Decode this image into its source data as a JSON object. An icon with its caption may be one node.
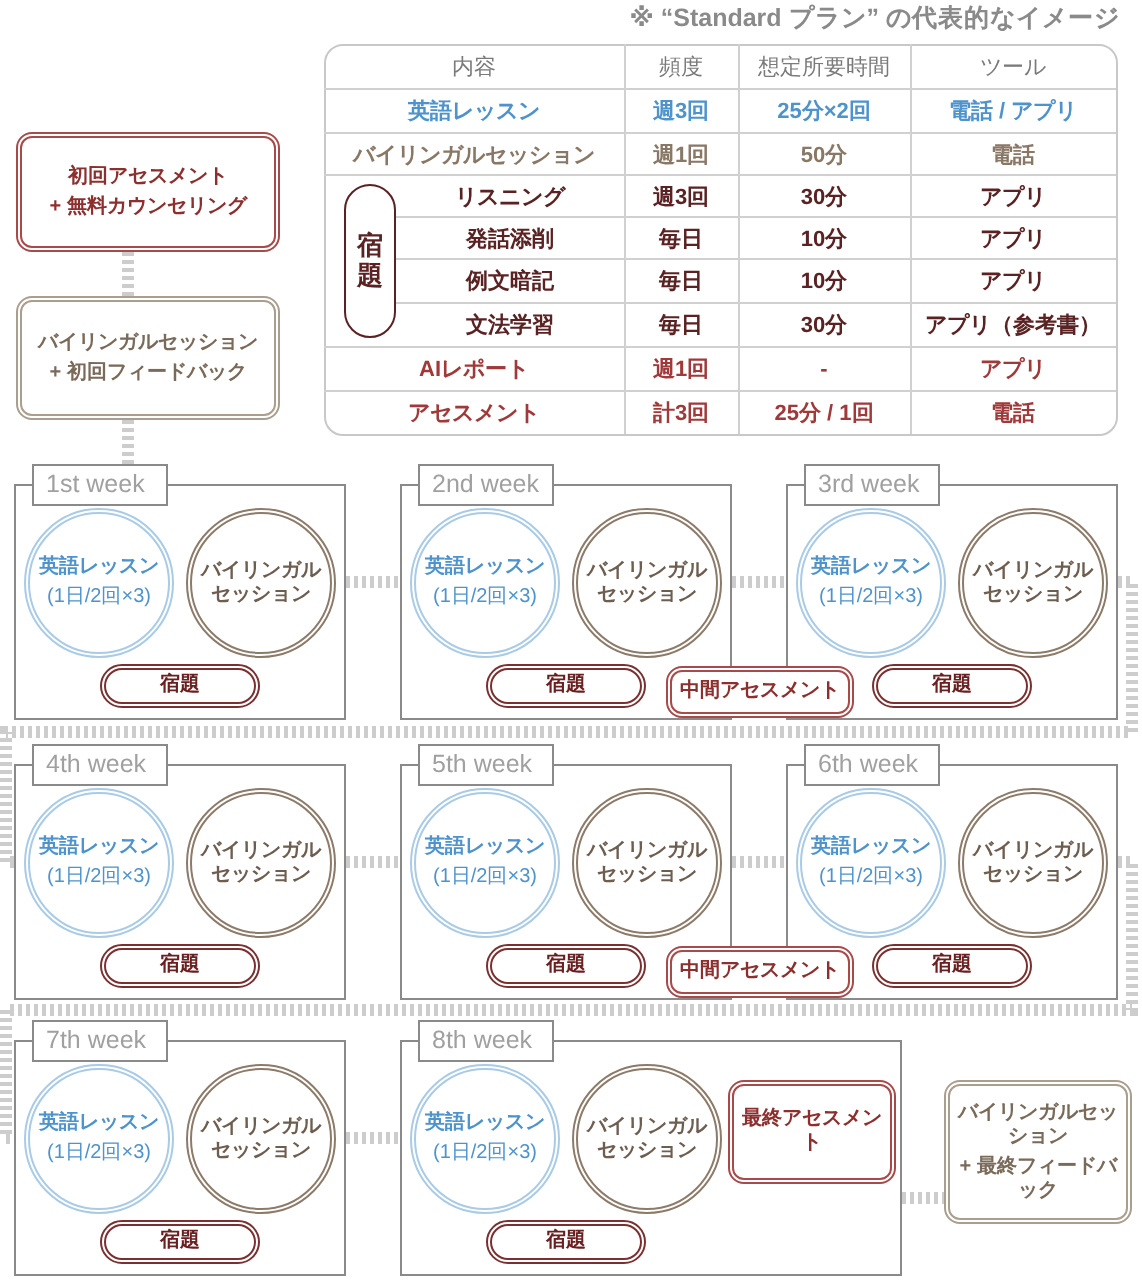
{
  "diagram": {
    "title": "※ “Standard プラン” の代表的なイメージ",
    "nodes": [
      {
        "text": [
          "初回アセスメント",
          "+ 無料カウンセリング"
        ]
      },
      {
        "text": [
          "バイリンガルセッション",
          "+ 初回フィードバック"
        ]
      },
      {
        "text": [
          "1st week"
        ]
      },
      {
        "text": [
          "英語レッスン",
          "(1日/2回×3)"
        ],
        "in": 2
      },
      {
        "text": [
          "バイリンガルセッション"
        ],
        "in": 2
      },
      {
        "text": [
          "宿題"
        ],
        "in": 2
      },
      {
        "text": [
          "2nd week"
        ]
      },
      {
        "text": [
          "英語レッスン",
          "(1日/2回×3)"
        ],
        "in": 6
      },
      {
        "text": [
          "バイリンガルセッション"
        ],
        "in": 6
      },
      {
        "text": [
          "宿題"
        ],
        "in": 6
      },
      {
        "text": [
          "中間アセスメント"
        ]
      },
      {
        "text": [
          "3rd week"
        ]
      },
      {
        "text": [
          "英語レッスン",
          "(1日/2回×3)"
        ],
        "in": 11
      },
      {
        "text": [
          "バイリンガルセッション"
        ],
        "in": 11
      },
      {
        "text": [
          "宿題"
        ],
        "in": 11
      },
      {
        "text": [
          "4th week"
        ]
      },
      {
        "text": [
          "英語レッスン",
          "(1日/2回×3)"
        ],
        "in": 15
      },
      {
        "text": [
          "バイリンガルセッション"
        ],
        "in": 15
      },
      {
        "text": [
          "宿題"
        ],
        "in": 15
      },
      {
        "text": [
          "5th week"
        ]
      },
      {
        "text": [
          "英語レッスン",
          "(1日/2回×3)"
        ],
        "in": 19
      },
      {
        "text": [
          "バイリンガルセッション"
        ],
        "in": 19
      },
      {
        "text": [
          "宿題"
        ],
        "in": 19
      },
      {
        "text": [
          "中間アセスメント"
        ]
      },
      {
        "text": [
          "6th week"
        ]
      },
      {
        "text": [
          "英語レッスン",
          "(1日/2回×3)"
        ],
        "in": 24
      },
      {
        "text": [
          "バイリンガルセッション"
        ],
        "in": 24
      },
      {
        "text": [
          "宿題"
        ],
        "in": 24
      },
      {
        "text": [
          "7th week"
        ]
      },
      {
        "text": [
          "英語レッスン",
          "(1日/2回×3)"
        ],
        "in": 28
      },
      {
        "text": [
          "バイリンガルセッション"
        ],
        "in": 28
      },
      {
        "text": [
          "宿題"
        ],
        "in": 28
      },
      {
        "text": [
          "8th week"
        ]
      },
      {
        "text": [
          "英語レッスン",
          "(1日/2回×3)"
        ],
        "in": 32
      },
      {
        "text": [
          "バイリンガルセッション"
        ],
        "in": 32
      },
      {
        "text": [
          "最終アセスメント"
        ],
        "in": 32
      },
      {
        "text": [
          "宿題"
        ],
        "in": 32
      },
      {
        "text": [
          "バイリンガルセッション",
          "+ 最終フィードバック"
        ]
      }
    ],
    "edges": [
      {
        "from": 0,
        "to": 1,
        "arrow": "none"
      },
      {
        "from": 1,
        "to": 2,
        "arrow": "none"
      },
      {
        "from": 2,
        "to": 6,
        "arrow": "none"
      },
      {
        "from": 6,
        "to": 11,
        "arrow": "none"
      },
      {
        "from": 11,
        "to": 15,
        "arrow": "none"
      },
      {
        "from": 15,
        "to": 19,
        "arrow": "none"
      },
      {
        "from": 19,
        "to": 24,
        "arrow": "none"
      },
      {
        "from": 24,
        "to": 28,
        "arrow": "none"
      },
      {
        "from": 28,
        "to": 32,
        "arrow": "none"
      },
      {
        "from": 32,
        "to": 37,
        "arrow": "none"
      }
    ],
    "labels": [
      "内容",
      "頻度",
      "想定所要時間",
      "ツール",
      "英語レッスン",
      "週3回",
      "25分×2回",
      "電話 / アプリ",
      "バイリンガルセッション",
      "週1回",
      "50分",
      "電話",
      "宿題",
      "リスニング",
      "週3回",
      "30分",
      "アプリ",
      "発話添削",
      "毎日",
      "10分",
      "アプリ",
      "例文暗記",
      "毎日",
      "10分",
      "アプリ",
      "文法学習",
      "毎日",
      "30分",
      "アプリ（参考書）",
      "AIレポート",
      "週1回",
      "-",
      "アプリ",
      "アセスメント",
      "計3回",
      "25分 / 1回",
      "電話"
    ]
  }
}
